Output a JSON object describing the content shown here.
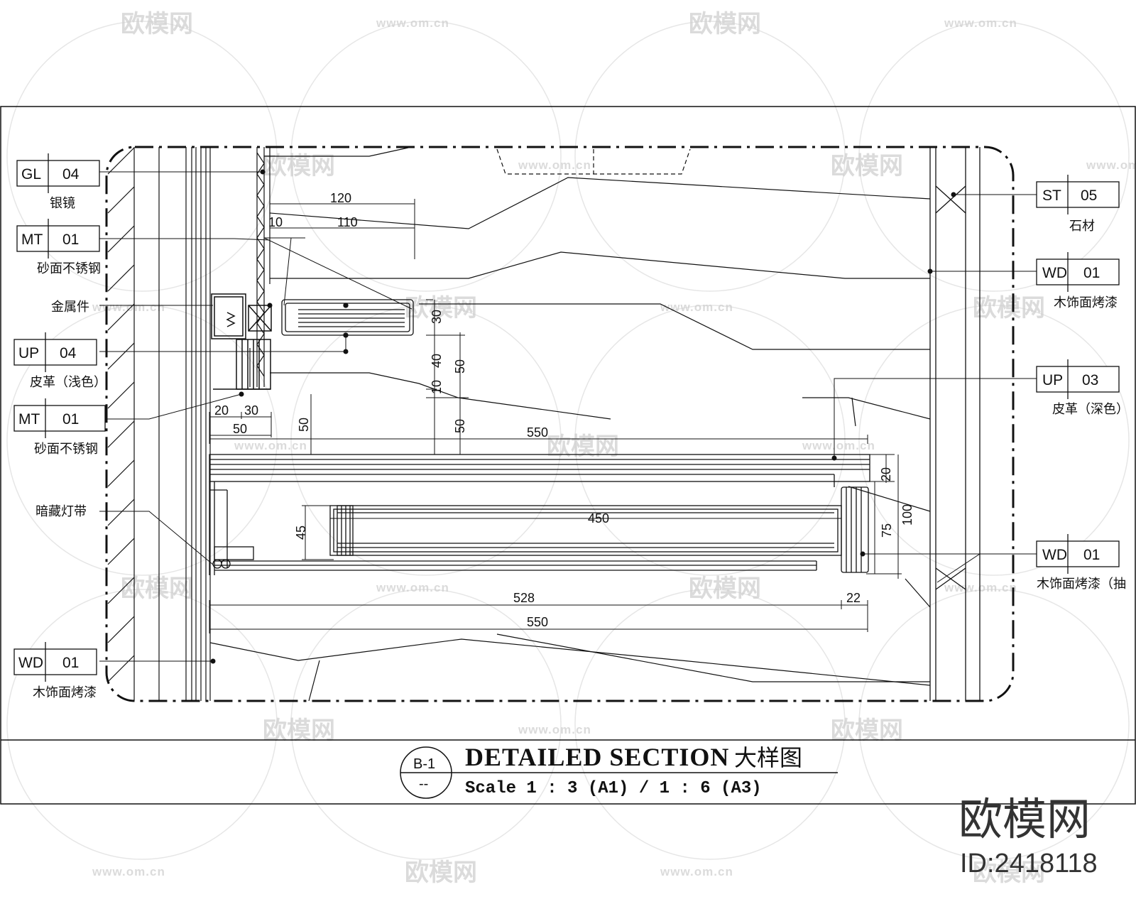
{
  "tags": [
    {
      "code": "GL",
      "num": "04",
      "label": "银镜"
    },
    {
      "code": "MT",
      "num": "01",
      "label": "砂面不锈钢"
    },
    {
      "code": "UP",
      "num": "04",
      "label": "皮革（浅色）"
    },
    {
      "code": "MT",
      "num": "01",
      "label": "砂面不锈钢"
    },
    {
      "code": "WD",
      "num": "01",
      "label": "木饰面烤漆"
    },
    {
      "code": "ST",
      "num": "05",
      "label": "石材"
    },
    {
      "code": "WD",
      "num": "01",
      "label": "木饰面烤漆"
    },
    {
      "code": "UP",
      "num": "03",
      "label": "皮革（深色）"
    },
    {
      "code": "WD",
      "num": "01",
      "label": "木饰面烤漆（抽"
    }
  ],
  "notes": {
    "metal_part": "金属件",
    "hidden_light": "暗藏灯带"
  },
  "dimensions": [
    "120",
    "110",
    "10",
    "30",
    "40",
    "50",
    "10",
    "50",
    "20",
    "30",
    "50",
    "50",
    "550",
    "20",
    "100",
    "75",
    "450",
    "45",
    "528",
    "22",
    "550"
  ],
  "title_block": {
    "ref_top": "B-1",
    "ref_bottom": "--",
    "title": "DETAILED SECTION",
    "title_cn": "大样图",
    "scale": "Scale 1 : 3 (A1) / 1 : 6 (A3)"
  },
  "watermark": {
    "logo": "欧模网",
    "url": "www.om.cn",
    "id": "ID:2418118"
  }
}
